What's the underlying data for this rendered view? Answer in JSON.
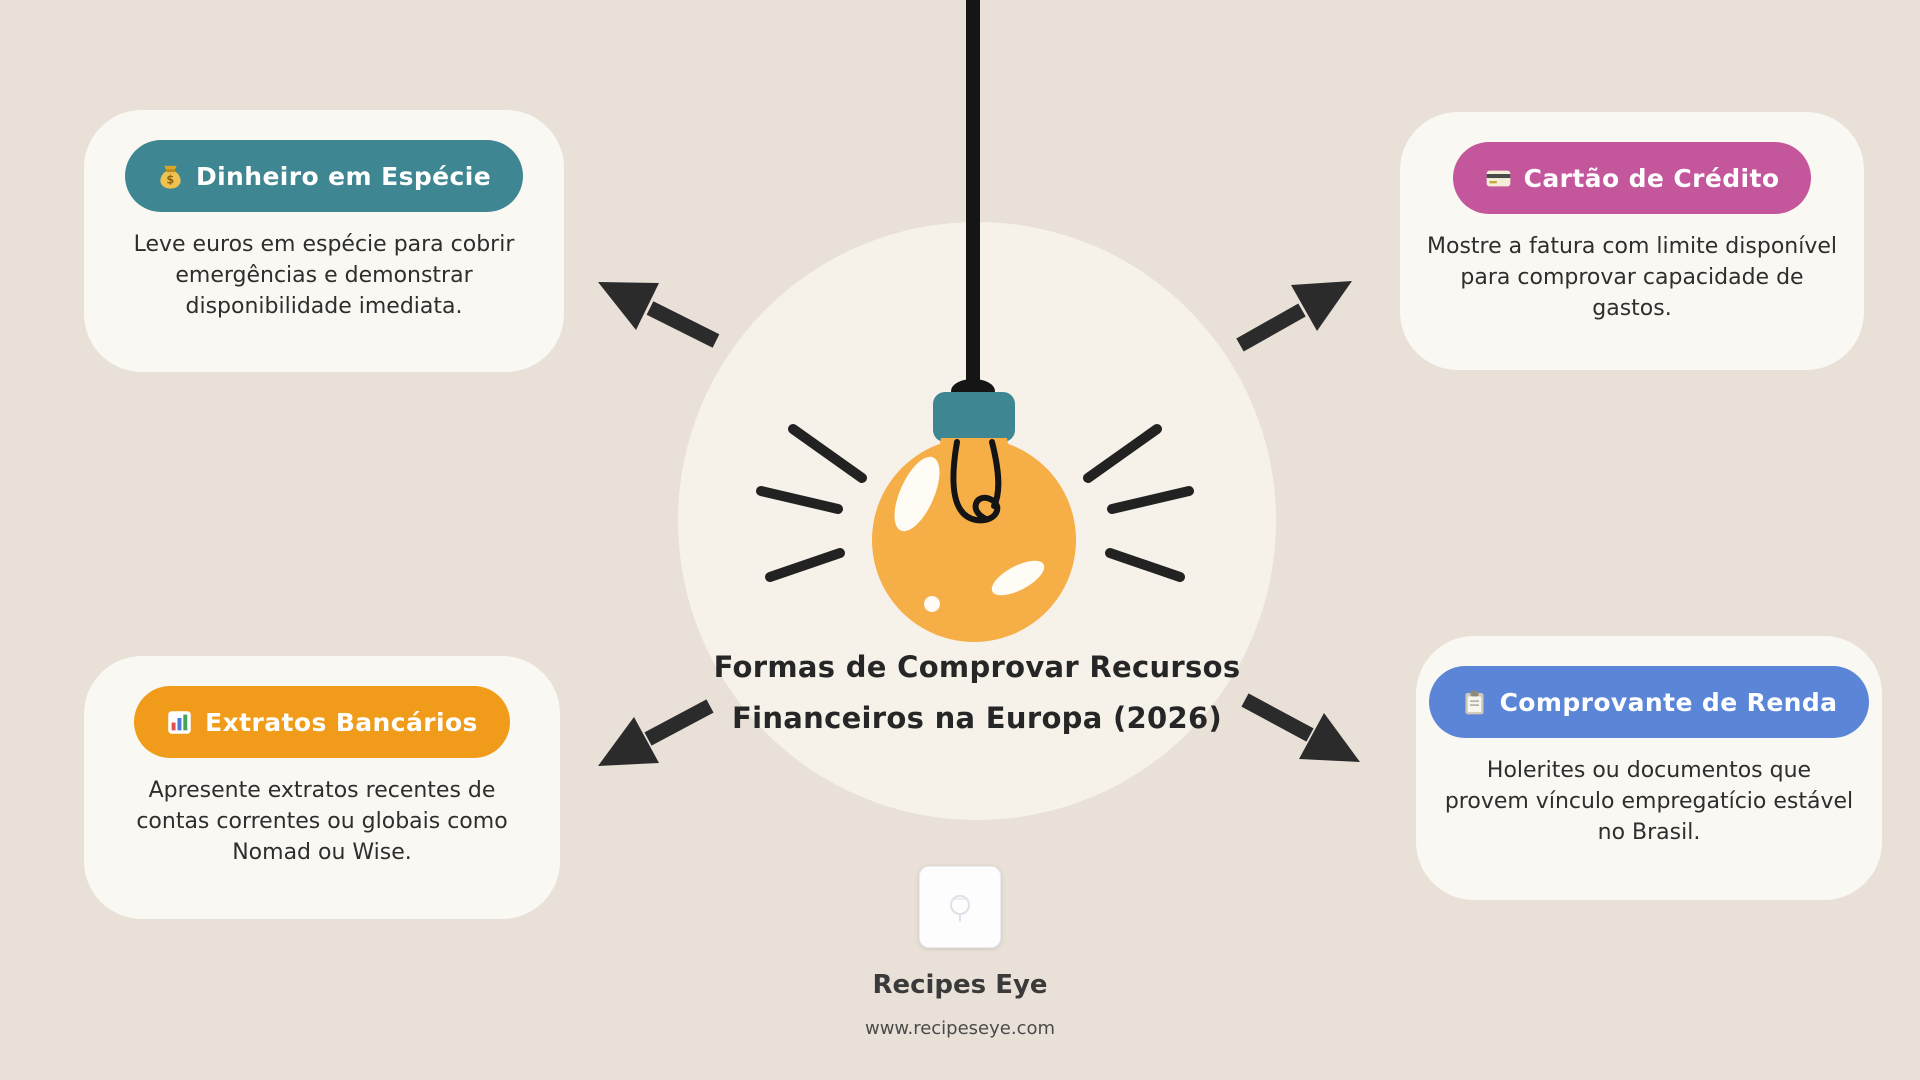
{
  "colors": {
    "background": "#e9e1d8",
    "card_bg": "#faf8f2",
    "circle_bg": "#f6f2ea",
    "arrow": "#2b2b2b",
    "bulb": "#f6ae47",
    "bulb_cap": "#3f8693",
    "ink": "#262626"
  },
  "center": {
    "title_line1": "Formas de Comprovar Recursos",
    "title_line2": "Financeiros na Europa (2026)"
  },
  "cards": [
    {
      "icon": "money-bag-icon",
      "label": "Dinheiro em Espécie",
      "pill_color": "#3f8693",
      "description": "Leve euros em espécie para cobrir emergências e demonstrar disponibilidade imediata."
    },
    {
      "icon": "credit-card-icon",
      "label": "Cartão de Crédito",
      "pill_color": "#c4569c",
      "description": "Mostre a fatura com limite disponível para comprovar capacidade de gastos."
    },
    {
      "icon": "bar-chart-icon",
      "label": "Extratos Bancários",
      "pill_color": "#f09c1a",
      "description": "Apresente extratos recentes de contas correntes ou globais como Nomad ou Wise."
    },
    {
      "icon": "clipboard-icon",
      "label": "Comprovante de Renda",
      "pill_color": "#5b86d8",
      "description": "Holerites ou documentos que provem vínculo empregatício estável no Brasil."
    }
  ],
  "footer": {
    "brand": "Recipes Eye",
    "website": "www.recipeseye.com"
  }
}
